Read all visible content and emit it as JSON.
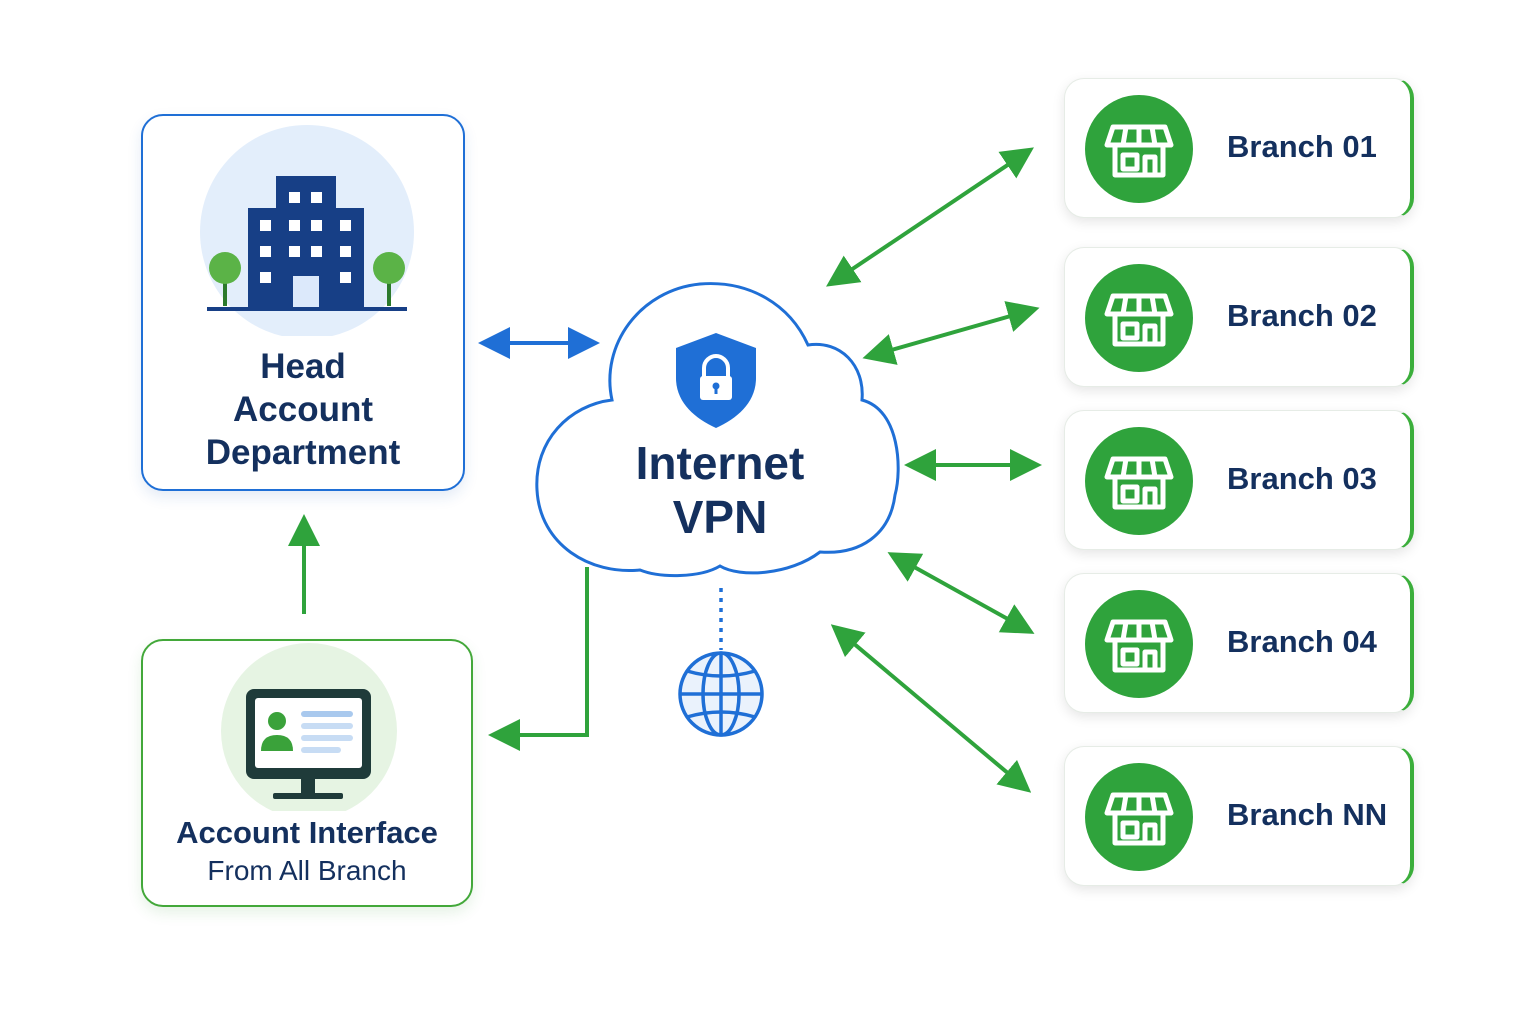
{
  "head": {
    "line1": "Head",
    "line2": "Account",
    "line3": "Department"
  },
  "account": {
    "title": "Account Interface",
    "subtitle": "From All Branch"
  },
  "cloud": {
    "line1": "Internet",
    "line2": "VPN"
  },
  "branches": [
    {
      "label": "Branch 01"
    },
    {
      "label": "Branch 02"
    },
    {
      "label": "Branch 03"
    },
    {
      "label": "Branch 04"
    },
    {
      "label": "Branch NN"
    }
  ],
  "colors": {
    "blue": "#1f6fd6",
    "green": "#2fa33c",
    "navy": "#14305e",
    "light_blue": "#e3eefb",
    "light_green": "#e6f4e3"
  }
}
